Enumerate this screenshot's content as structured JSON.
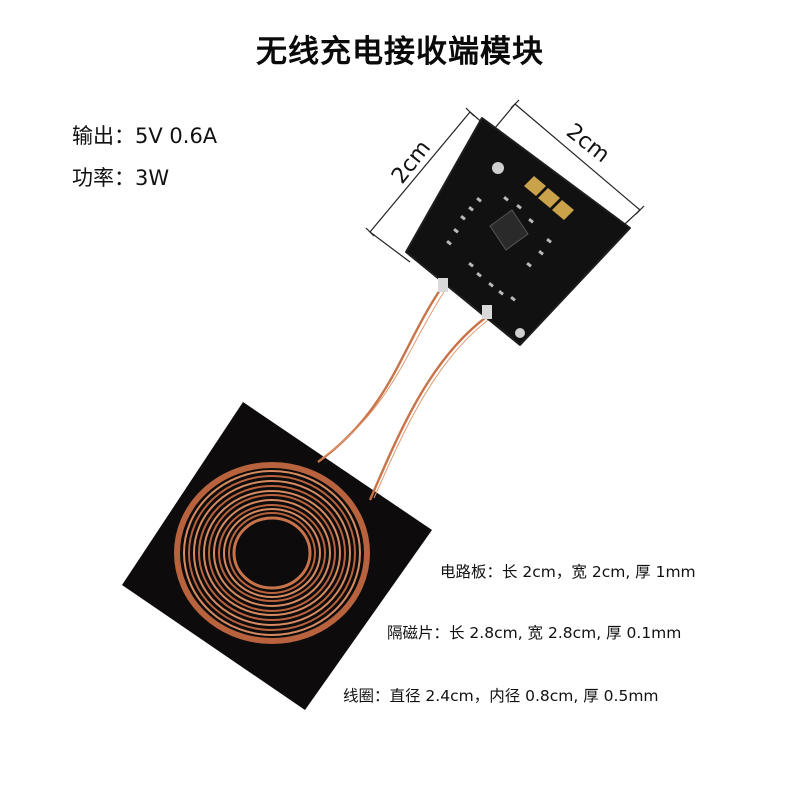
{
  "title": "无线充电接收端模块",
  "specs": {
    "output": "输出：5V 0.6A",
    "power": "功率：3W"
  },
  "dimensions": {
    "board_width_label": "2cm",
    "board_height_label": "2cm"
  },
  "notes": {
    "board": "电路板：长 2cm，宽 2cm, 厚 1mm",
    "shield": "隔磁片：长 2.8cm, 宽 2.8cm, 厚 0.1mm",
    "coil": "线圈：直径 2.4cm，内径 0.8cm, 厚 0.5mm"
  },
  "colors": {
    "pcb": "#111111",
    "shield": "#0d0b0b",
    "copper": "#c8734a",
    "copper_dark": "#9a4a2a",
    "gold": "#c9a24a"
  }
}
